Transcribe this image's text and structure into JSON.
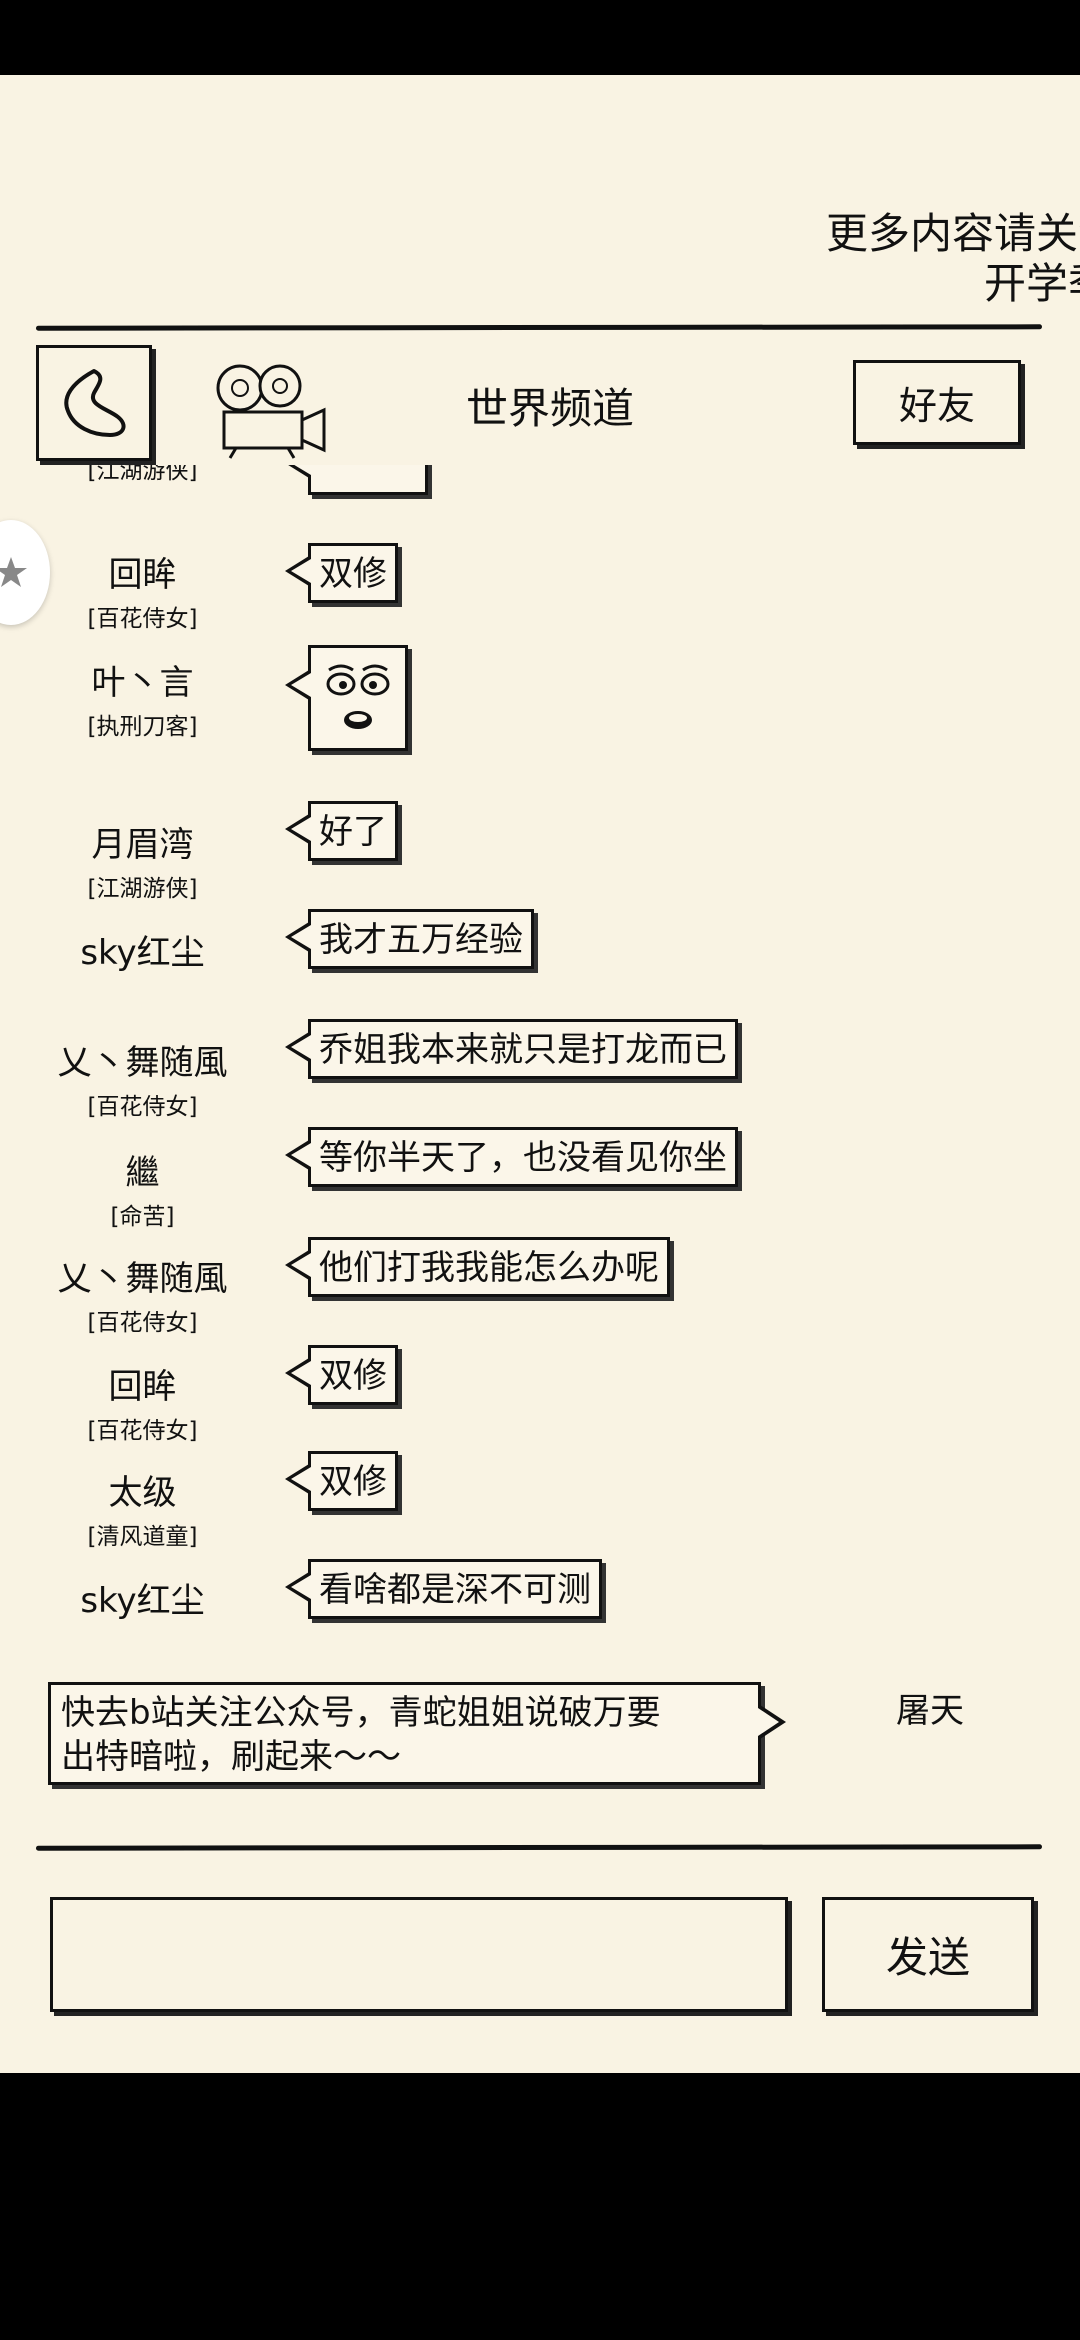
{
  "banner": {
    "line1": "更多内容请关注",
    "line2": "开学季"
  },
  "header": {
    "title": "世界频道",
    "friend_label": "好友"
  },
  "messages": [
    {
      "name": "",
      "tag": "[江湖游侠]",
      "text": ""
    },
    {
      "name": "回眸",
      "tag": "[百花侍女]",
      "text": "双修"
    },
    {
      "name": "叶丶言",
      "tag": "[执刑刀客]",
      "text": "",
      "emoji": "smiling-face-sticker"
    },
    {
      "name": "月眉湾",
      "tag": "[江湖游侠]",
      "text": "好了"
    },
    {
      "name": "sky红尘",
      "tag": "",
      "text": "我才五万经验"
    },
    {
      "name": "乂丶舞随風",
      "tag": "[百花侍女]",
      "text": "乔姐我本来就只是打龙而已"
    },
    {
      "name": "繼",
      "tag": "[命苦]",
      "text": "等你半天了，也没看见你坐"
    },
    {
      "name": "乂丶舞随風",
      "tag": "[百花侍女]",
      "text": "他们打我我能怎么办呢"
    },
    {
      "name": "回眸",
      "tag": "[百花侍女]",
      "text": "双修"
    },
    {
      "name": "太级",
      "tag": "[清风道童]",
      "text": "双修"
    },
    {
      "name": "sky红尘",
      "tag": "",
      "text": "看啥都是深不可测"
    }
  ],
  "own_message": {
    "line1": "快去b站关注公众号，青蛇姐姐说破万要",
    "line2": "出特暗啦，刷起来～～",
    "name": "屠天"
  },
  "composer": {
    "input_value": "",
    "send_label": "发送"
  },
  "icons": {
    "back": "back-arrow-icon",
    "camera": "camera-icon",
    "float": "floating-star-icon"
  }
}
